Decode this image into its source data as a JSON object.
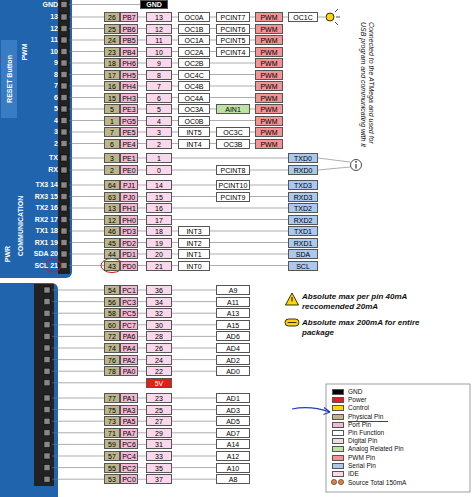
{
  "diagram": {
    "labels": [
      "GND",
      "13",
      "12",
      "11",
      "10",
      "9",
      "8",
      "7",
      "6",
      "5",
      "4",
      "3",
      "2",
      "TX",
      "RX",
      "PWM",
      "RESET Button",
      "COMMUNICATION",
      "TX3 14",
      "RX3 15",
      "TX2 16",
      "RX2 17",
      "TX1 18",
      "RX1 19",
      "SDA 20",
      "SCL 21",
      "PWR",
      "GND",
      "26",
      "PB7",
      "13",
      "OC0A",
      "PCINT7",
      "PWM",
      "OC1C",
      "25",
      "PB6",
      "12",
      "OC1B",
      "PCINT6",
      "PWM",
      "24",
      "PB5",
      "11",
      "OC1A",
      "PCINT5",
      "PWM",
      "23",
      "PB4",
      "10",
      "OC2A",
      "PCINT4",
      "PWM",
      "18",
      "PH6",
      "9",
      "OC2B",
      "PWM",
      "17",
      "PH5",
      "8",
      "OC4C",
      "PWM",
      "16",
      "PH4",
      "7",
      "OC4B",
      "PWM",
      "15",
      "PH3",
      "6",
      "OC4A",
      "PWM",
      "5",
      "PE3",
      "5",
      "OC3A",
      "AIN1",
      "PWM",
      "1",
      "PG5",
      "4",
      "OC0B",
      "PWM",
      "7",
      "PE5",
      "3",
      "INT5",
      "OC3C",
      "PWM",
      "6",
      "PE4",
      "2",
      "INT4",
      "OC3B",
      "PWM",
      "3",
      "PE1",
      "1",
      "TXD0",
      "2",
      "PE0",
      "0",
      "PCINT8",
      "RXD0",
      "64",
      "PJ1",
      "14",
      "PCINT10",
      "TXD3",
      "63",
      "PJ0",
      "15",
      "PCINT9",
      "RXD3",
      "13",
      "PH1",
      "16",
      "TXD2",
      "12",
      "PH0",
      "17",
      "RXD2",
      "46",
      "PD3",
      "18",
      "INT3",
      "TXD1",
      "45",
      "PD2",
      "19",
      "INT2",
      "RXD1",
      "44",
      "PD1",
      "20",
      "INT1",
      "SDA",
      "43",
      "PD0",
      "21",
      "INT0",
      "SCL",
      "54",
      "PC1",
      "36",
      "A9",
      "56",
      "PC3",
      "34",
      "A11",
      "58",
      "PC5",
      "32",
      "A13",
      "60",
      "PC7",
      "30",
      "A15",
      "72",
      "PA6",
      "28",
      "AD6",
      "74",
      "PA4",
      "26",
      "AD4",
      "76",
      "PA2",
      "24",
      "AD2",
      "78",
      "PA0",
      "22",
      "AD0",
      "5V",
      "77",
      "PA1",
      "23",
      "AD1",
      "75",
      "PA3",
      "25",
      "AD3",
      "73",
      "PA5",
      "27",
      "AD5",
      "71",
      "PA7",
      "29",
      "AD7",
      "59",
      "PC6",
      "31",
      "A14",
      "57",
      "PC4",
      "33",
      "A12",
      "55",
      "PC2",
      "35",
      "A10",
      "53",
      "PC0",
      "37",
      "A8",
      "Absolute max per pin 40mA reccomended 20mA",
      "Absolute max 200mA for entire package",
      "Connected to the ATMega and used for USB program and communicating with it",
      "Source Total 150mA"
    ],
    "legend": [
      {
        "text": "GND",
        "color": "#000000"
      },
      {
        "text": "Power",
        "color": "#e0201c"
      },
      {
        "text": "Control",
        "color": "#ffd600"
      },
      {
        "text": "Physical Pin",
        "color": "#bdb58c"
      },
      {
        "text": "Port Pin",
        "color": "#f2b8d4"
      },
      {
        "text": "Pin Function",
        "color": "#ffffff"
      },
      {
        "text": "Digital Pin",
        "color": "#f0dcdc"
      },
      {
        "text": "Analog Related Pin",
        "color": "#bde3a3"
      },
      {
        "text": "PWM Pin",
        "color": "#f29494"
      },
      {
        "text": "Serial Pin",
        "color": "#abc8ee"
      },
      {
        "text": "IDE",
        "color": "#f8d8ea"
      }
    ]
  }
}
